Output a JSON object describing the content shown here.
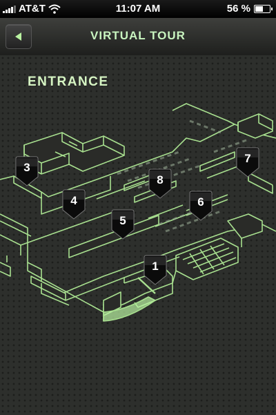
{
  "status": {
    "carrier": "AT&T",
    "time": "11:07 AM",
    "battery": "56 %",
    "battery_level": 0.56
  },
  "nav": {
    "title": "VIRTUAL TOUR",
    "back_icon": "back-arrow-icon"
  },
  "map": {
    "section_title": "ENTRANCE",
    "accent_color": "#b9f2a1",
    "pins": [
      {
        "label": "1"
      },
      {
        "label": "3"
      },
      {
        "label": "4"
      },
      {
        "label": "5"
      },
      {
        "label": "6"
      },
      {
        "label": "7"
      },
      {
        "label": "8"
      }
    ]
  }
}
